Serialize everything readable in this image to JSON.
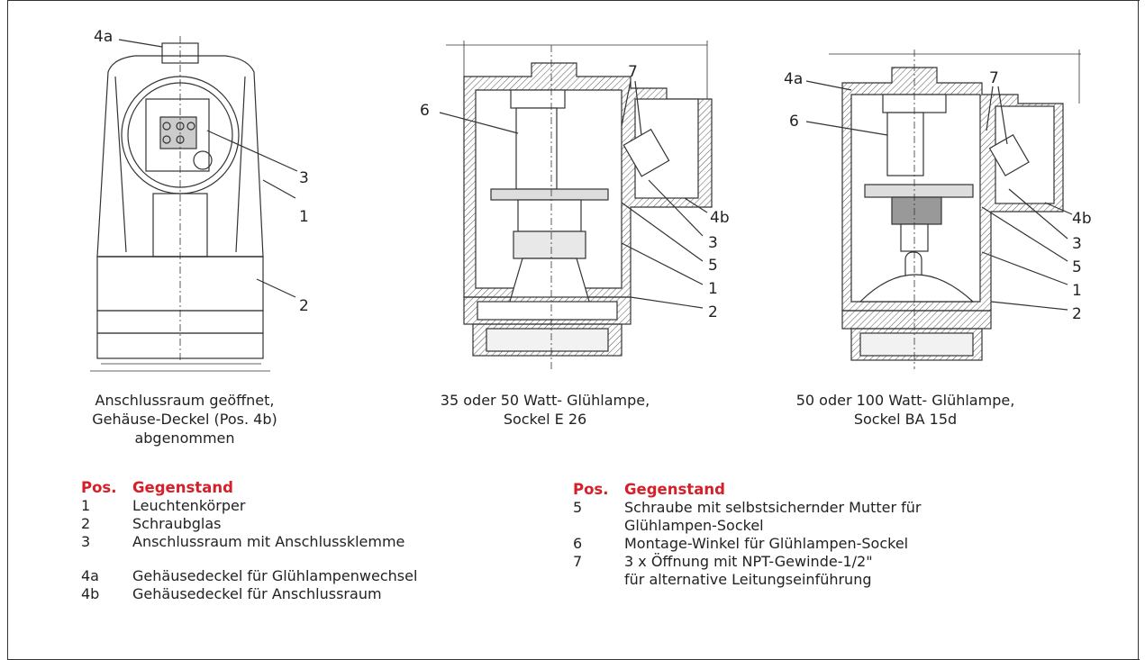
{
  "captions": {
    "left": [
      "Anschlussraum geöffnet,",
      "Gehäuse-Deckel (Pos. 4b)",
      "abgenommen"
    ],
    "middle": [
      "35 oder 50 Watt- Glühlampe,",
      "Sockel E 26"
    ],
    "right": [
      "50 oder 100 Watt- Glühlampe,",
      "Sockel BA 15d"
    ]
  },
  "callouts": {
    "left": [
      "4a",
      "3",
      "1",
      "2"
    ],
    "middle": [
      "6",
      "7",
      "4b",
      "3",
      "5",
      "1",
      "2"
    ],
    "right": [
      "4a",
      "7",
      "6",
      "4b",
      "3",
      "5",
      "1",
      "2"
    ]
  },
  "legend_left": {
    "header_pos": "Pos.",
    "header_item": "Gegenstand",
    "items": [
      {
        "pos": "1",
        "text": "Leuchtenkörper"
      },
      {
        "pos": "2",
        "text": "Schraubglas"
      },
      {
        "pos": "3",
        "text": "Anschlussraum mit Anschlussklemme"
      },
      {
        "pos": "4a",
        "text": "Gehäusedeckel für Glühlampenwechsel"
      },
      {
        "pos": "4b",
        "text": "Gehäusedeckel für Anschlussraum"
      }
    ]
  },
  "legend_right": {
    "header_pos": "Pos.",
    "header_item": "Gegenstand",
    "items": [
      {
        "pos": "5",
        "text": "Schraube mit selbstsichernder Mutter für"
      },
      {
        "pos": "",
        "text": "Glühlampen-Sockel"
      },
      {
        "pos": "6",
        "text": "Montage-Winkel für Glühlampen-Sockel"
      },
      {
        "pos": "7",
        "text": "3 x Öffnung mit NPT-Gewinde-1/2\""
      },
      {
        "pos": "",
        "text": "für alternative Leitungseinführung"
      }
    ]
  },
  "colors": {
    "accent_red": "#d5202a",
    "line": "#333333"
  }
}
